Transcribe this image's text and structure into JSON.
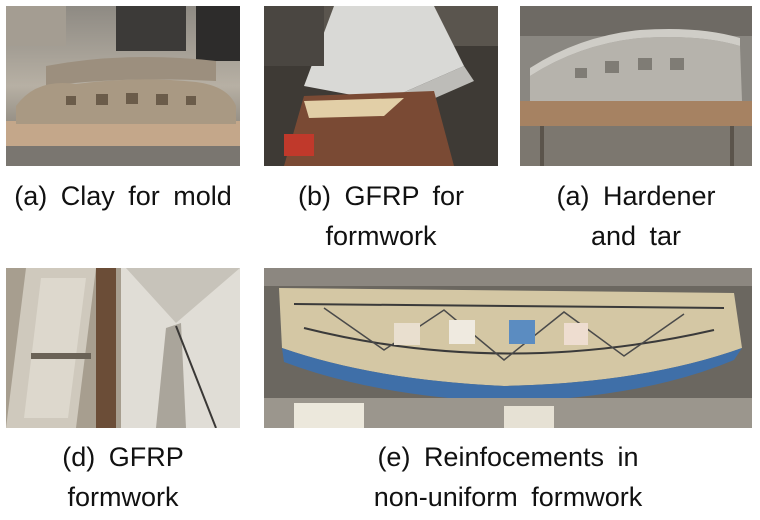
{
  "panels": [
    {
      "caption_line1": "(a) Clay for mold",
      "caption_line2": ""
    },
    {
      "caption_line1": "(b) GFRP for",
      "caption_line2": "formwork"
    },
    {
      "caption_line1": "(a) Hardener",
      "caption_line2": "and tar"
    },
    {
      "caption_line1": "(d) GFRP",
      "caption_line2": "formwork"
    },
    {
      "caption_line1": "(e) Reinfocements in",
      "caption_line2": "non-uniform formwork"
    }
  ]
}
